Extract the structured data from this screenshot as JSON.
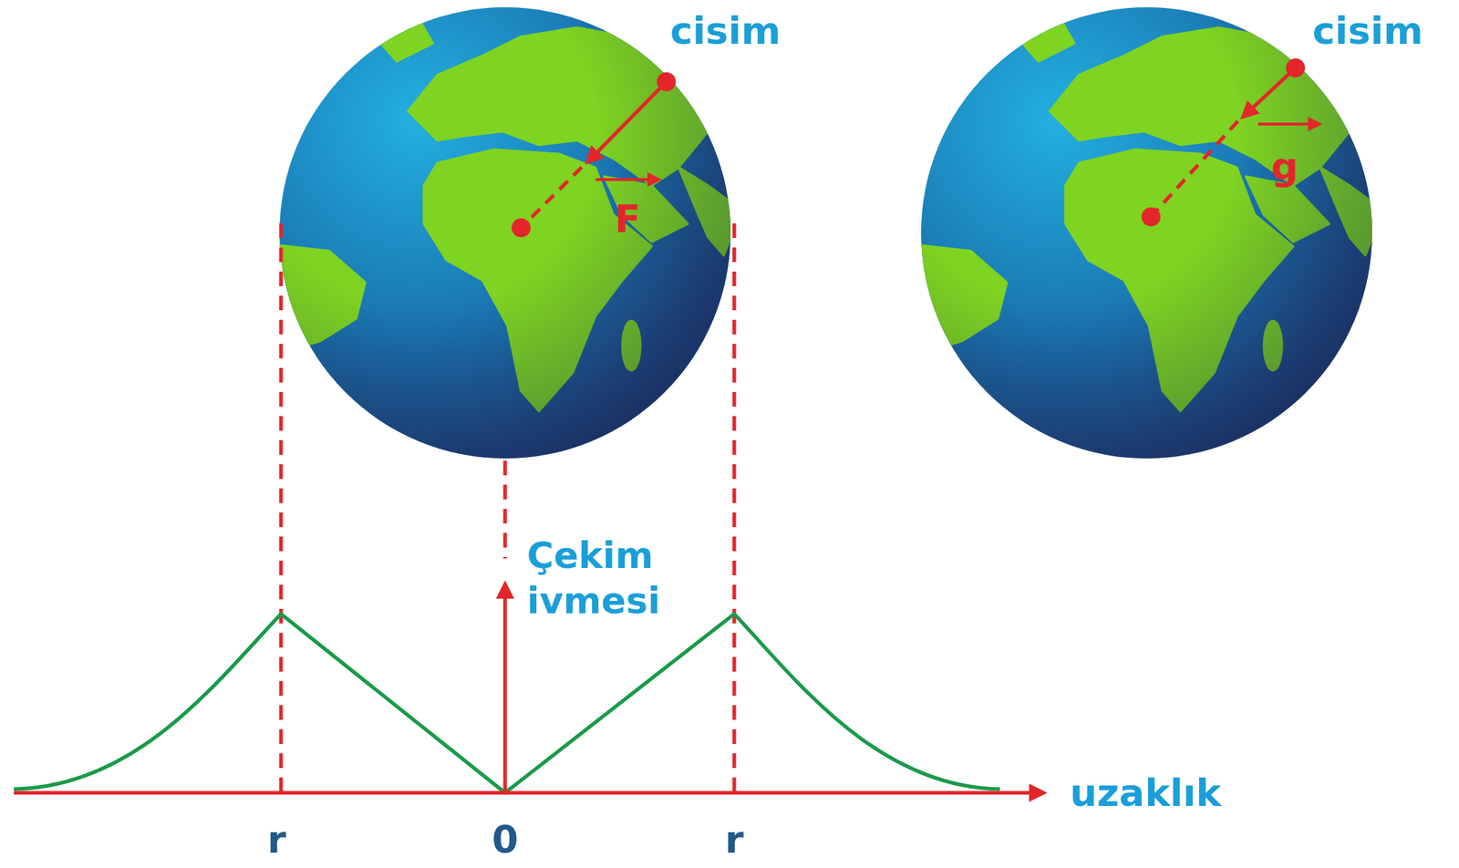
{
  "diagram": {
    "labels": [
      "cisim",
      "cisim",
      "F",
      "g",
      "Çekim ivmesi",
      "uzaklık",
      "r",
      "0",
      "r"
    ]
  }
}
